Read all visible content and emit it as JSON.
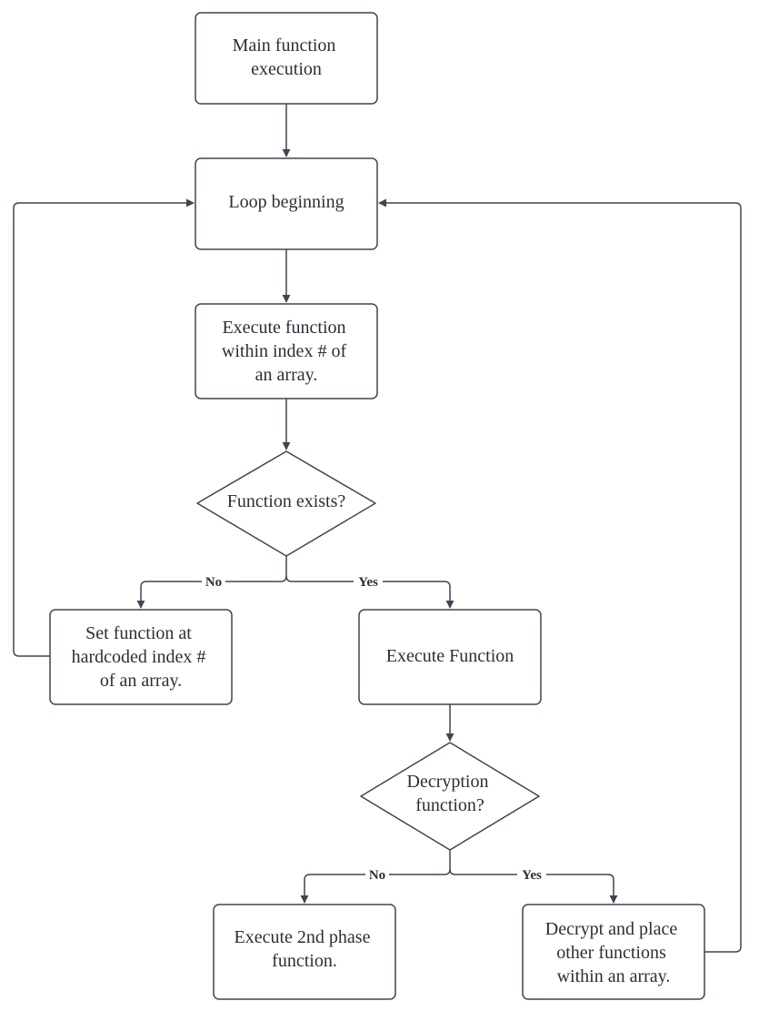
{
  "nodes": {
    "main": {
      "lines": [
        "Main function",
        "execution"
      ]
    },
    "loop": {
      "lines": [
        "Loop beginning"
      ]
    },
    "exec_index": {
      "lines": [
        "Execute function",
        "within index # of",
        "an array."
      ]
    },
    "func_exists": {
      "lines": [
        "Function exists?"
      ]
    },
    "set_func": {
      "lines": [
        "Set function at",
        "hardcoded index #",
        "of an array."
      ]
    },
    "exec_func": {
      "lines": [
        "Execute Function"
      ]
    },
    "decrypt_q": {
      "lines": [
        "Decryption",
        "function?"
      ]
    },
    "exec_2nd": {
      "lines": [
        "Execute 2nd phase",
        "function."
      ]
    },
    "decrypt_place": {
      "lines": [
        "Decrypt and place",
        "other functions",
        "within an array."
      ]
    }
  },
  "edge_labels": {
    "exists_no": "No",
    "exists_yes": "Yes",
    "decrypt_no": "No",
    "decrypt_yes": "Yes"
  }
}
